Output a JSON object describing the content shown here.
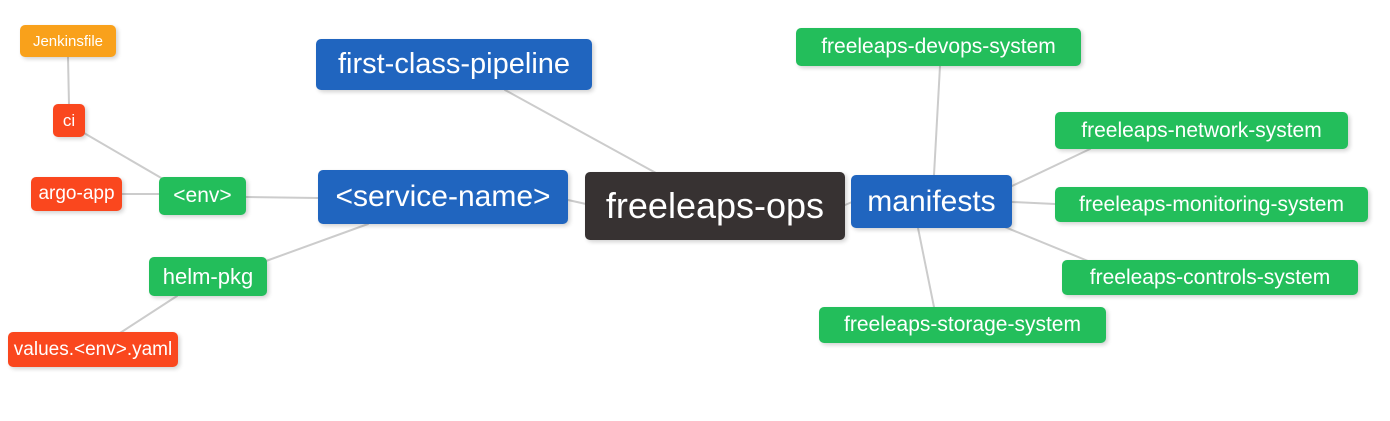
{
  "app": {
    "type": "mindmap-diagram",
    "background": "#ffffff"
  },
  "palette": {
    "root": "#373232",
    "branch": "#2065bf",
    "leaf_green": "#23be5b",
    "leaf_red": "#fa471e",
    "leaf_orange": "#f9a11b",
    "edge": "#cccccc",
    "text": "#ffffff"
  },
  "nodes": [
    {
      "id": "jenkinsfile",
      "label": "Jenkinsfile",
      "color": "orange"
    },
    {
      "id": "ci",
      "label": "ci",
      "color": "red"
    },
    {
      "id": "argo-app",
      "label": "argo-app",
      "color": "red"
    },
    {
      "id": "env",
      "label": "<env>",
      "color": "green"
    },
    {
      "id": "helm-pkg",
      "label": "helm-pkg",
      "color": "green"
    },
    {
      "id": "values-env-yaml",
      "label": "values.<env>.yaml",
      "color": "red"
    },
    {
      "id": "first-class-pipeline",
      "label": "first-class-pipeline",
      "color": "blue"
    },
    {
      "id": "service-name",
      "label": "<service-name>",
      "color": "blue"
    },
    {
      "id": "freeleaps-ops",
      "label": "freeleaps-ops",
      "color": "dark",
      "role": "root"
    },
    {
      "id": "manifests",
      "label": "manifests",
      "color": "blue"
    },
    {
      "id": "freeleaps-devops-system",
      "label": "freeleaps-devops-system",
      "color": "green"
    },
    {
      "id": "freeleaps-network-system",
      "label": "freeleaps-network-system",
      "color": "green"
    },
    {
      "id": "freeleaps-monitoring-system",
      "label": "freeleaps-monitoring-system",
      "color": "green"
    },
    {
      "id": "freeleaps-controls-system",
      "label": "freeleaps-controls-system",
      "color": "green"
    },
    {
      "id": "freeleaps-storage-system",
      "label": "freeleaps-storage-system",
      "color": "green"
    }
  ],
  "edges": [
    {
      "from": "ci",
      "to": "jenkinsfile"
    },
    {
      "from": "env",
      "to": "ci"
    },
    {
      "from": "env",
      "to": "argo-app"
    },
    {
      "from": "service-name",
      "to": "env"
    },
    {
      "from": "service-name",
      "to": "helm-pkg"
    },
    {
      "from": "helm-pkg",
      "to": "values-env-yaml"
    },
    {
      "from": "freeleaps-ops",
      "to": "first-class-pipeline"
    },
    {
      "from": "freeleaps-ops",
      "to": "service-name"
    },
    {
      "from": "freeleaps-ops",
      "to": "manifests"
    },
    {
      "from": "manifests",
      "to": "freeleaps-devops-system"
    },
    {
      "from": "manifests",
      "to": "freeleaps-network-system"
    },
    {
      "from": "manifests",
      "to": "freeleaps-monitoring-system"
    },
    {
      "from": "manifests",
      "to": "freeleaps-controls-system"
    },
    {
      "from": "manifests",
      "to": "freeleaps-storage-system"
    }
  ]
}
